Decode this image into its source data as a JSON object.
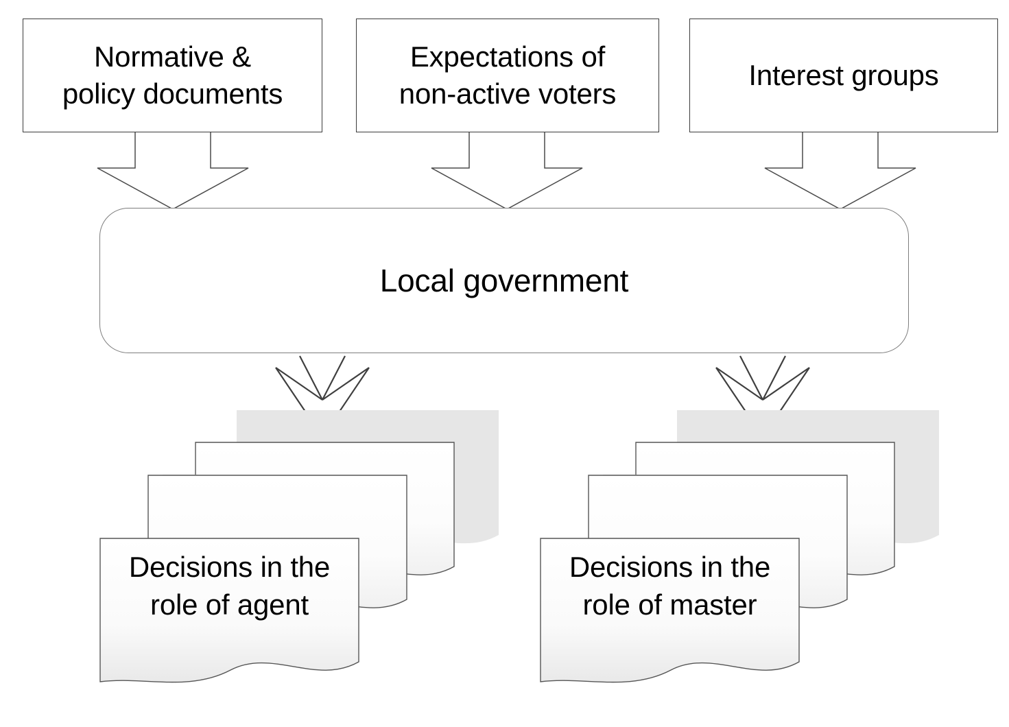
{
  "diagram": {
    "title_text_present": false,
    "colors": {
      "box_stroke": "#3a3a3a",
      "rounded_stroke": "#7d7d7d",
      "arrow_stroke": "#4a4a4a",
      "doc_stroke": "#555555",
      "doc_fill_top": "#ffffff",
      "doc_fill_bottom": "#f0f0f0",
      "shadow_fill": "#e6e6e6",
      "background": "#ffffff",
      "text": "#000000"
    },
    "sources": [
      {
        "id": "normative-policy-documents",
        "lines": [
          "Normative &",
          "policy documents"
        ]
      },
      {
        "id": "expectations-non-active-voters",
        "lines": [
          "Expectations of",
          "non-active voters"
        ]
      },
      {
        "id": "interest-groups",
        "lines": [
          "Interest groups"
        ]
      }
    ],
    "hub": {
      "id": "local-government",
      "label": "Local government"
    },
    "outputs": [
      {
        "id": "decisions-role-of-agent",
        "lines": [
          "Decisions in the",
          "role of agent"
        ],
        "stack_count": 4
      },
      {
        "id": "decisions-role-of-master",
        "lines": [
          "Decisions in the",
          "role of master"
        ],
        "stack_count": 4
      }
    ],
    "connectors": [
      {
        "from": "normative-policy-documents",
        "to": "local-government",
        "kind": "block-arrow-down"
      },
      {
        "from": "expectations-non-active-voters",
        "to": "local-government",
        "kind": "block-arrow-down"
      },
      {
        "from": "interest-groups",
        "to": "local-government",
        "kind": "block-arrow-down"
      },
      {
        "from": "local-government",
        "to": "decisions-role-of-agent",
        "kind": "open-chevron-arrow-down"
      },
      {
        "from": "local-government",
        "to": "decisions-role-of-master",
        "kind": "open-chevron-arrow-down"
      }
    ]
  }
}
